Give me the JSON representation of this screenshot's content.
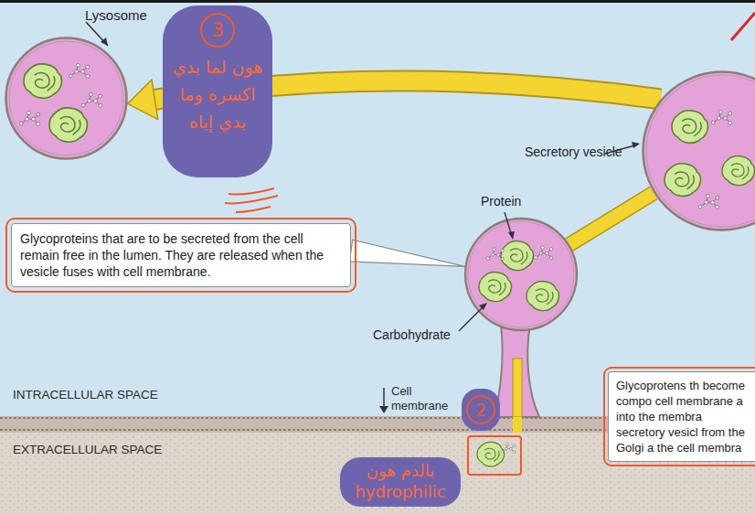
{
  "diagram": {
    "nodes": [
      {
        "text": [
          "Lysosome"
        ]
      },
      {
        "text": [
          "3",
          "هون لما بدي اكسره وما بدي إياه"
        ]
      },
      {
        "text": [
          "Secretory vesicle"
        ]
      },
      {
        "text": [
          "Protein",
          "Carbohydrate"
        ]
      },
      {
        "text": [
          "Glycoproteins that are to be secreted from the cell remain free in the lumen. They are released when the vesicle fuses with cell membrane."
        ]
      },
      {
        "text": [
          "2"
        ]
      },
      {
        "text": [
          "بالدم هون hydrophilic"
        ]
      },
      {
        "text": [
          "Glycoprotens th become compo cell membrane a into the membra secretory vesicl from the Golgi a the cell membra"
        ]
      }
    ],
    "edges": [
      {
        "from": 2,
        "to": 0,
        "arrow": "to"
      },
      {
        "from": 3,
        "to": 2,
        "arrow": "none"
      },
      {
        "from": 4,
        "to": 3,
        "arrow": "to"
      }
    ],
    "labels": [
      "INTRACELLULAR SPACE",
      "Cell membrane",
      "EXTRACELLULAR SPACE"
    ]
  }
}
